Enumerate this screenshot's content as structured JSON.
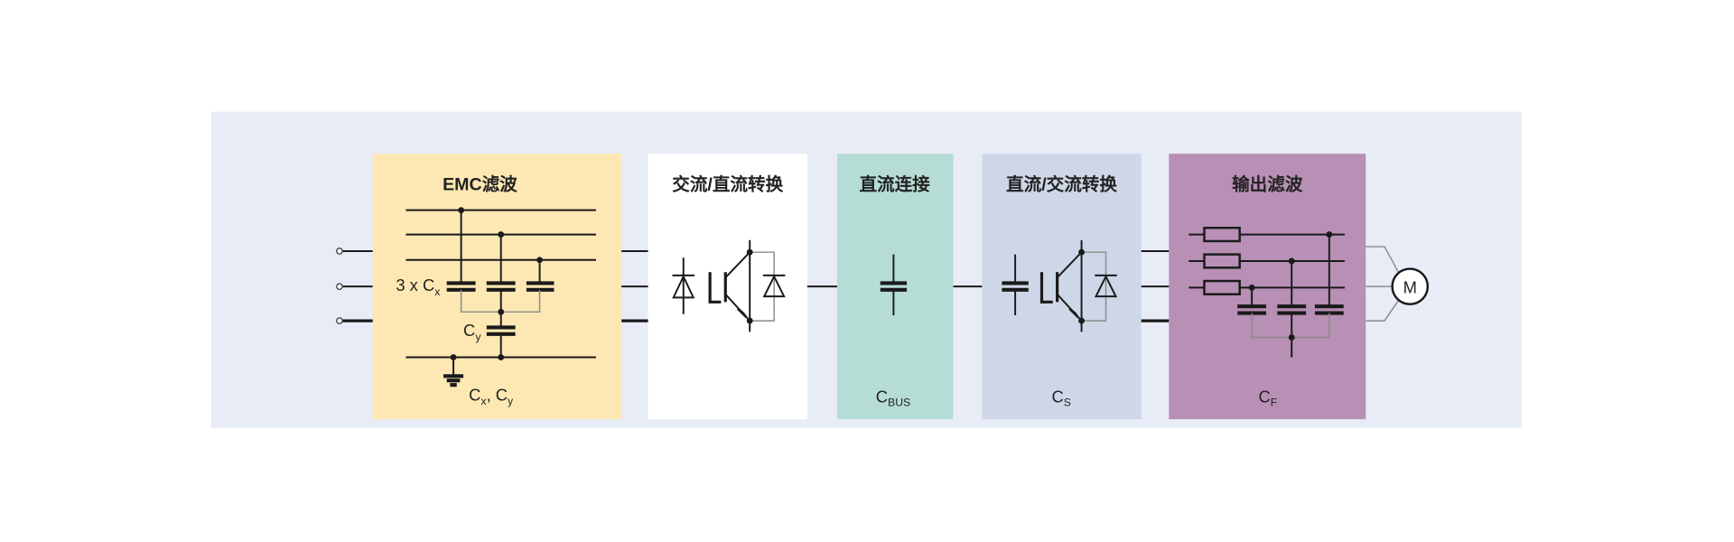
{
  "colors": {
    "panel": "#e8ecf6",
    "emc": "#fde8b3",
    "acdc": "#ffffff",
    "dclink": "#b5ddd5",
    "dcac": "#cdd7e8",
    "output": "#b88fb5"
  },
  "blocks": {
    "emc": {
      "title": "EMC滤波",
      "label_cx_prefix": "3 x C",
      "label_cx_sub": "x",
      "label_cy": "C",
      "label_cy_sub": "y",
      "bottom_a": "C",
      "bottom_a_sub": "x",
      "bottom_sep": ", C",
      "bottom_b_sub": "y"
    },
    "acdc": {
      "title": "交流/直流转换"
    },
    "dclink": {
      "title": "直流连接",
      "label": "C",
      "label_sub": "BUS"
    },
    "dcac": {
      "title": "直流/交流转换",
      "label": "C",
      "label_sub": "S"
    },
    "output": {
      "title": "输出滤波",
      "label": "C",
      "label_sub": "F"
    }
  },
  "motor": {
    "label": "M"
  }
}
